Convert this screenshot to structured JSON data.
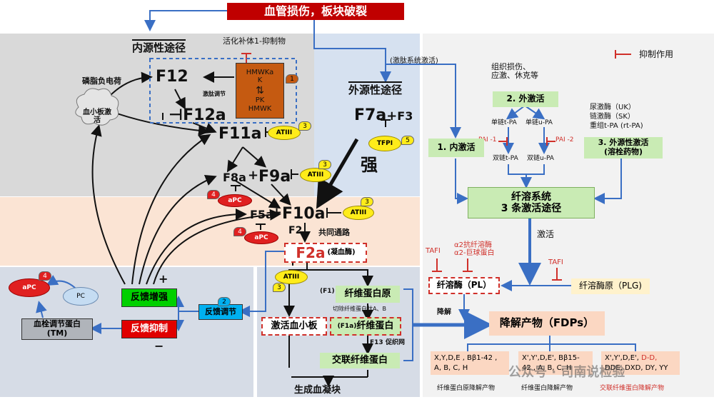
{
  "title": "血管损伤，板块破裂",
  "intrinsic": {
    "heading": "内源性途径",
    "complement": "活化补体1-抑制物",
    "phospholipid": "磷脂负电荷",
    "platelet": "血小板激活",
    "kinin_box": [
      "HMWKa",
      "K",
      "PK",
      "HMWK"
    ],
    "kinin_label": "激肽调节",
    "f12": "F12",
    "f12a": "F12a",
    "f11a": "F11a",
    "f8a": "F8a",
    "f9a": "F9a"
  },
  "extrinsic": {
    "heading": "外源性途径",
    "f7a": "F7a",
    "f3": "F3",
    "tfpi": "TFPI",
    "strong": "强"
  },
  "common": {
    "f5a": "F5a",
    "f10a": "F10a",
    "f2": "F2",
    "pathway": "共同通路",
    "f2a": "F2a",
    "thrombin": "(凝血酶)"
  },
  "inhibitors": {
    "atiii": "ATIII",
    "apc": "aPC",
    "pc": "PC"
  },
  "badges": {
    "one": "1",
    "three": "3",
    "four": "4",
    "five": "5",
    "two": "2"
  },
  "plus": "+",
  "feedback": {
    "enhance": "反馈增强",
    "suppress": "反馈抑制",
    "regulate": "反馈调节",
    "plus_sign": "+",
    "minus_sign": "−",
    "tm": "血栓调节蛋白\n(TM)"
  },
  "clot": {
    "f1": "(F1)",
    "fibrinogen": "纤维蛋白原",
    "cleave": "切除纤维蛋白肽A、B",
    "activated_platelet": "激活血小板",
    "f1a": "(F1a)",
    "fibrin": "纤维蛋白",
    "f13": "F13",
    "mesh": "促织网",
    "crosslinked": "交联纤维蛋白",
    "result": "生成血凝块"
  },
  "fibrinolysis": {
    "kinin_activation": "(激肽系统激活)",
    "inhibition_legend": "抑制作用",
    "tissue_damage": "组织损伤、\n应激、休克等",
    "external": "2. 外激活",
    "internal": "1. 内激活",
    "exogenous": "3. 外源性激活\n(溶栓药物)",
    "drugs": "尿激酶（UK）\n链激酶（SK）\n重组t-PA (rt-PA)",
    "sc_tpa": "单链t-PA",
    "sc_upa": "单链u-PA",
    "pai1": "PAI -1",
    "pai2": "PAI -2",
    "dc_tpa": "双链t-PA",
    "dc_upa": "双链u-PA",
    "system": "纤溶系统\n3 条激活途径",
    "activate": "激活",
    "tafi": "TAFI",
    "antiplasmin": "α2抗纤溶酶\nα2-巨球蛋白",
    "tafi2": "TAFI",
    "plasmin": "纤溶酶（PL）",
    "plasminogen": "纤溶酶原（PLG)",
    "degrade": "降解",
    "fdp": "降解产物（FDPs）",
    "fdp1": "X,Y,D,E , Bβ1-42 ,\nA, B, C, H",
    "fdp2": "X',Y',D,E', Bβ15-\n42 , A, B, C, H",
    "fdp3a": "X',Y',D,E', ",
    "fdp3b": "D-D,",
    "fdp3c": "DDE, DXD, DY, YY",
    "cap1": "纤维蛋白原降解产物",
    "cap2": "纤维蛋白降解产物",
    "cap3": "交联纤维蛋白降解产物"
  },
  "watermark": "公众号 · 司南说检验"
}
